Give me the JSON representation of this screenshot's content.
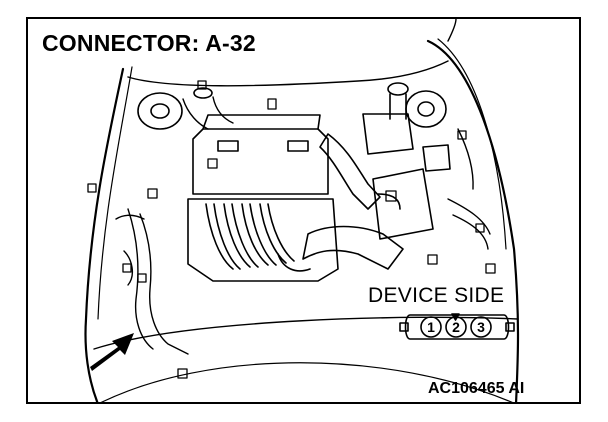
{
  "title": "CONNECTOR: A-32",
  "device_side_label": "DEVICE SIDE",
  "connector_pins": [
    "1",
    "2",
    "3"
  ],
  "figure_id": "AC106465 AI",
  "colors": {
    "line": "#000000",
    "background": "#ffffff"
  },
  "icons": [
    "pointer-arrow-icon",
    "pin-1-marker-triangle-icon"
  ]
}
